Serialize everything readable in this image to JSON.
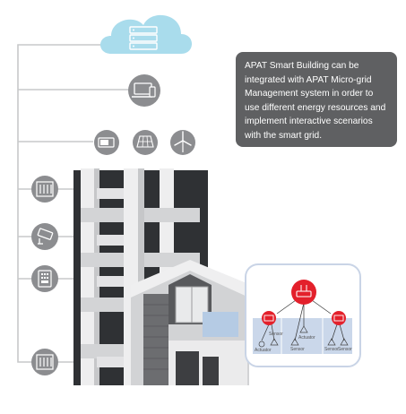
{
  "info": {
    "text": "APAT Smart Building can be integrated with APAT Micro-grid Management system in order to use different energy resources and implement interactive scenarios with the smart grid."
  },
  "icons": {
    "cloud": "cloud-server-icon",
    "computer": "computer-phone-icon",
    "energy": [
      "battery-icon",
      "solar-panel-icon",
      "wind-turbine-icon"
    ],
    "left": [
      "distribution-panel-icon",
      "cctv-camera-icon",
      "access-control-icon",
      "meter-panel-icon"
    ]
  },
  "colors": {
    "cloud": "#a9dcec",
    "node": "#8c8d90",
    "line": "#c7c8ca",
    "info_bg": "#5f6062",
    "accent": "#e3202b",
    "panel_blue": "#cad7ea"
  },
  "microgrid": {
    "labels": {
      "actuator_left": "Actuator",
      "sensor_left": "Sensor",
      "actuator_mid": "Actuator",
      "sensor_mid": "Sensor",
      "sensor_right1": "Sensor",
      "sensor_right2": "Sensor"
    }
  }
}
